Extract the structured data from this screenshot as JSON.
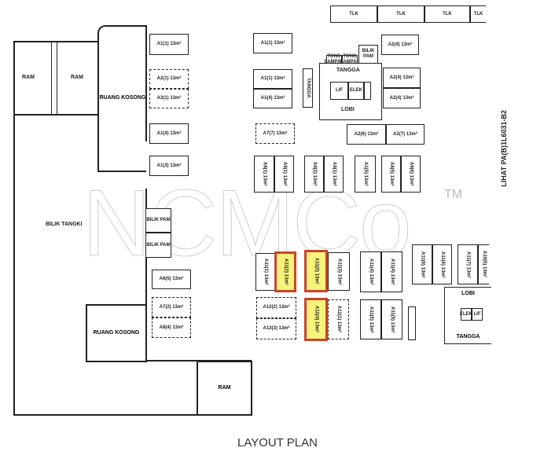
{
  "plan": {
    "title": "LAYOUT PLAN",
    "reference": "LIHAT PA(B)1L6031-B2",
    "watermark": "NCMCo",
    "trademark": "TM",
    "rooms": {
      "ram1": "RAM",
      "ram2": "RAM",
      "ram3": "RAM",
      "ruang_kosong_top": "RUANG KOSONG",
      "ruang_kosong_bottom": "RUANG KOSONG",
      "bilik_tangki": "BILIK TANGKI",
      "bilik_pam1": "BILIK PAM",
      "bilik_pam2": "BILIK PAM",
      "bilik_pam3": "BILIK PAM",
      "tangga_core": "TANGGA",
      "lobi_core": "LOBI",
      "lif_core": "LIF",
      "elek_core": "ELEK",
      "tangga_side": "TANGGA",
      "lobi_right": "LOBI",
      "tangga_right": "TANGGA",
      "lif_right": "LIF",
      "elek_right": "ELEK",
      "tong_sampah": "TONG SAMPAH",
      "tong_sampah2": "TONG SAMPAH",
      "tlk": [
        "TLK",
        "TLK",
        "TLK",
        "TLK"
      ]
    },
    "units": [
      "A1(1) 13m²",
      "A2(1) 13m²",
      "A3(1) 13m²",
      "A1(4) 13m²",
      "A1(3) 13m²",
      "A6(5) 13m²",
      "A7(2) 13m²",
      "A8(4) 13m²",
      "A1(1) 13m²",
      "A1(1) 13m²",
      "A1(4) 13m²",
      "A7(7) 13m²",
      "A2(4) 13m²",
      "A2(4) 13m²",
      "A2(4) 13m²",
      "A2(6) 13m²",
      "A2(7) 13m²",
      "A8(1) 13m²",
      "A8(1) 13m²",
      "A9(2) 13m²",
      "A9(1) 13m²",
      "A1(5) 13m²",
      "A8(5) 13m²",
      "A8(6) 13m²",
      "A11(1) 13m²",
      "A11(2) 13m²",
      "A11(2) 13m²",
      "A11(3) 13m²",
      "A12(2) 13m²",
      "A12(3) 13m²",
      "A12(4) 13m²",
      "A12(1) 13m²",
      "A11(4) 13m²",
      "A11(4) 13m²",
      "A11(5) 13m²",
      "A11(5) 13m²",
      "A11(6) 13m²",
      "A11(6) 13m²",
      "A11(7) 13m²",
      "A10(5) 13m²"
    ],
    "highlight_color": "#f7f27a",
    "highlight_border": "#c8452c"
  }
}
